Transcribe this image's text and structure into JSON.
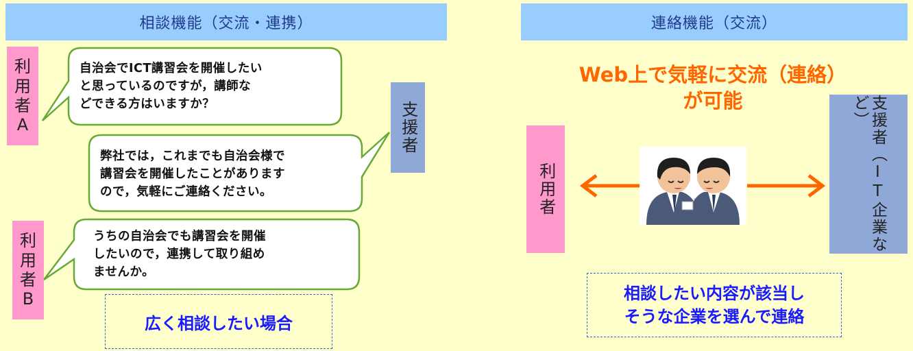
{
  "left_panel": {
    "title": "相談機能（交流・連携）",
    "user_a_label": [
      "利",
      "用",
      "者",
      "A"
    ],
    "user_b_label": [
      "利",
      "用",
      "者",
      "B"
    ],
    "supporter_label": "支援者",
    "bubble_a": "自治会でICT講習会を開催したい\nと思っているのですが，講師な\nどできる方はいますか？",
    "bubble_supporter": "弊社では，これまでも自治会様で\n講習会を開催したことがあります\nので，気軽にご連絡ください。",
    "bubble_b": "うちの自治会でも講習会を開催\nしたいので，連携して取り組め\nませんか。",
    "summary": "広く相談したい場合"
  },
  "right_panel": {
    "title": "連絡機能（交流）",
    "headline": "Web上で気軽に交流（連絡）\nが可能",
    "user_label": "利用者",
    "supporter_label": "支援者（IT企業など）",
    "summary": "相談したい内容が該当し\nそうな企業を選んで連絡"
  },
  "colors": {
    "header_bg": "#99ccff",
    "user_box": "#ff99cc",
    "supporter_box": "#8fa8d8",
    "arrow": "#ff6600",
    "bubble_border": "#66aa33",
    "summary_text": "#1a1aff",
    "background": "#ffffcc"
  }
}
